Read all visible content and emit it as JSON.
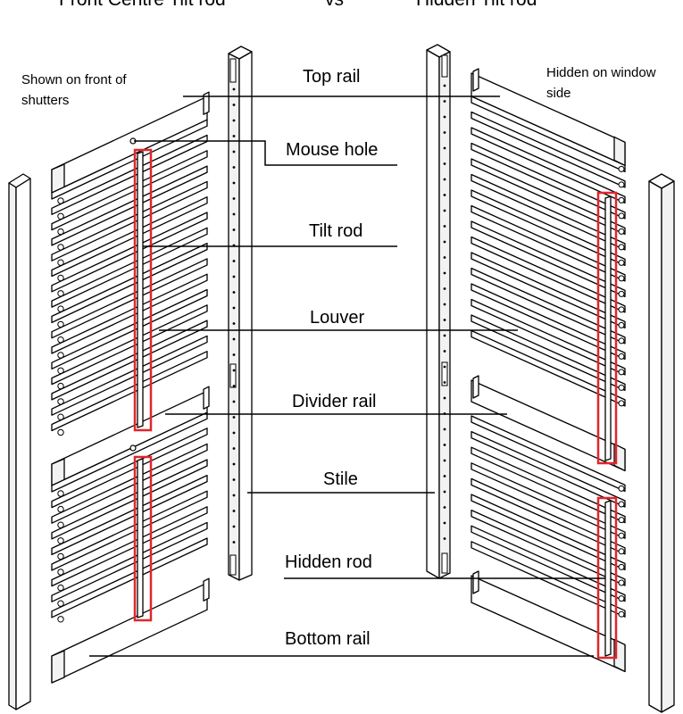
{
  "title_left": "Front Centre Tilt rod",
  "title_vs": "vs",
  "title_right": "Hidden Tilt rod",
  "note_left": "Shown on front of shutters",
  "note_right": "Hidden on window side",
  "labels": {
    "top_rail": "Top rail",
    "mouse_hole": "Mouse hole",
    "tilt_rod": "Tilt rod",
    "louver": "Louver",
    "divider_rail": "Divider rail",
    "stile": "Stile",
    "hidden_rod": "Hidden rod",
    "bottom_rail": "Bottom rail"
  },
  "colors": {
    "highlight": "#e0262b",
    "line": "#000000",
    "fill": "#ffffff"
  }
}
